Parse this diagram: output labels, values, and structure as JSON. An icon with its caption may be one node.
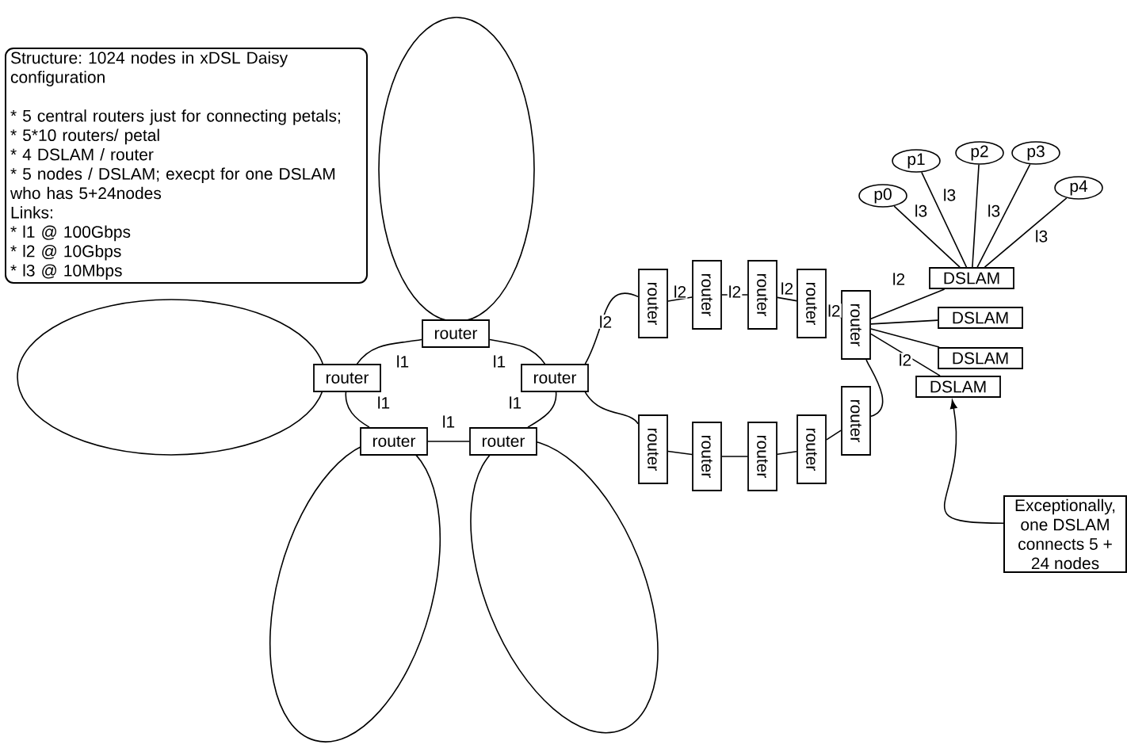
{
  "diagram": {
    "nodes": [
      {
        "text": [
          "Structure: 1024 nodes in xDSL Daisy configuration",
          "* 5 central routers just for connecting petals;",
          "* 5*10 routers/ petal",
          "* 4 DSLAM / router",
          "* 5 nodes / DSLAM; execpt for one DSLAM who has 5+24nodes",
          "Links:",
          "* l1 @ 100Gbps",
          "* l2 @ 10Gbps",
          "* l3 @ 10Mbps"
        ]
      },
      {
        "text": [],
        "shape": "ellipse"
      },
      {
        "text": [],
        "shape": "ellipse"
      },
      {
        "text": [],
        "shape": "ellipse"
      },
      {
        "text": [],
        "shape": "ellipse"
      },
      {
        "text": [
          "router"
        ]
      },
      {
        "text": [
          "router"
        ]
      },
      {
        "text": [
          "router"
        ]
      },
      {
        "text": [
          "router"
        ]
      },
      {
        "text": [
          "router"
        ]
      },
      {
        "text": [
          "router"
        ]
      },
      {
        "text": [
          "router"
        ]
      },
      {
        "text": [
          "router"
        ]
      },
      {
        "text": [
          "router"
        ]
      },
      {
        "text": [
          "router"
        ]
      },
      {
        "text": [
          "router"
        ]
      },
      {
        "text": [
          "router"
        ]
      },
      {
        "text": [
          "router"
        ]
      },
      {
        "text": [
          "router"
        ]
      },
      {
        "text": [
          "router"
        ]
      },
      {
        "text": [
          "DSLAM"
        ]
      },
      {
        "text": [
          "DSLAM"
        ]
      },
      {
        "text": [
          "DSLAM"
        ]
      },
      {
        "text": [
          "DSLAM"
        ]
      },
      {
        "text": [
          "p0"
        ]
      },
      {
        "text": [
          "p1"
        ]
      },
      {
        "text": [
          "p2"
        ]
      },
      {
        "text": [
          "p3"
        ]
      },
      {
        "text": [
          "p4"
        ]
      },
      {
        "text": [
          "Exceptionally, one DSLAM connects 5 + 24 nodes"
        ]
      }
    ],
    "edges": [
      {
        "from": 5,
        "to": 6,
        "arrow": "none",
        "label": "l1"
      },
      {
        "from": 5,
        "to": 7,
        "arrow": "none",
        "label": "l1"
      },
      {
        "from": 6,
        "to": 8,
        "arrow": "none",
        "label": "l1"
      },
      {
        "from": 7,
        "to": 9,
        "arrow": "none",
        "label": "l1"
      },
      {
        "from": 8,
        "to": 9,
        "arrow": "none",
        "label": "l1"
      },
      {
        "from": 7,
        "to": 10,
        "arrow": "none",
        "label": "l2"
      },
      {
        "from": 10,
        "to": 11,
        "arrow": "none",
        "label": "l2"
      },
      {
        "from": 11,
        "to": 12,
        "arrow": "none",
        "label": "l2"
      },
      {
        "from": 12,
        "to": 13,
        "arrow": "none",
        "label": "l2"
      },
      {
        "from": 13,
        "to": 14,
        "arrow": "none",
        "label": "l2"
      },
      {
        "from": 7,
        "to": 15,
        "arrow": "none"
      },
      {
        "from": 15,
        "to": 16,
        "arrow": "none"
      },
      {
        "from": 16,
        "to": 17,
        "arrow": "none"
      },
      {
        "from": 17,
        "to": 18,
        "arrow": "none"
      },
      {
        "from": 18,
        "to": 19,
        "arrow": "none"
      },
      {
        "from": 19,
        "to": 14,
        "arrow": "none"
      },
      {
        "from": 14,
        "to": 20,
        "arrow": "none",
        "label": "l2"
      },
      {
        "from": 14,
        "to": 21,
        "arrow": "none"
      },
      {
        "from": 14,
        "to": 22,
        "arrow": "none"
      },
      {
        "from": 14,
        "to": 23,
        "arrow": "none",
        "label": "l2"
      },
      {
        "from": 20,
        "to": 24,
        "arrow": "none",
        "label": "l3"
      },
      {
        "from": 20,
        "to": 25,
        "arrow": "none",
        "label": "l3"
      },
      {
        "from": 20,
        "to": 26,
        "arrow": "none"
      },
      {
        "from": 20,
        "to": 27,
        "arrow": "none",
        "label": "l3"
      },
      {
        "from": 20,
        "to": 28,
        "arrow": "none",
        "label": "l3"
      },
      {
        "from": 29,
        "to": 23,
        "arrow": "to"
      }
    ]
  }
}
